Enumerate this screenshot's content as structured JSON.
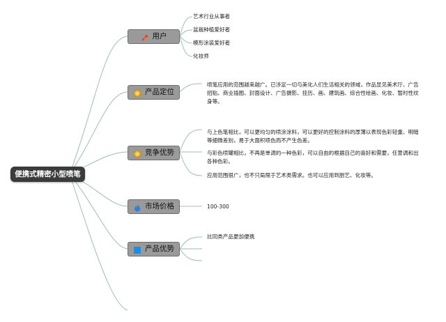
{
  "root": {
    "label": "便携式精密小型喷笔"
  },
  "branches": [
    {
      "label": "用户",
      "icon": "tools-icon",
      "children": [
        "艺术行业从事者",
        "盆栽种植爱好者",
        "模形涂装爱好者",
        "化妆师"
      ]
    },
    {
      "label": "产品定位",
      "icon": "gold-medal-icon",
      "paragraph": "喷笔应用的范围越来越广。已涉足一切与美化人们生活相关的领域，作品显见美术厅、广告招贴、商业插图、封面设计、广告摄影、挂历、画、建筑画、综合性绘画、化妆、暂时性纹身等。"
    },
    {
      "label": "竞争优势",
      "icon": "gold-medal-icon",
      "paragraphs": [
        "与上色笔相比，可以更均匀的喷涂涂料，可以更好的控制涂料的厚薄以表现色彩轻重、明暗等细微差别，易于大面积喷色而不产生色差。",
        "与彩色喷罐相比，不再是单调的一种色彩，可以自由的根据自己的喜好和需要，任意调和出各种色彩。",
        "应用范围很广，也不只局限于艺术类需求。也可以应用到厨艺、化妆等。"
      ]
    },
    {
      "label": "市场价格",
      "icon": "flame-icon",
      "value": "100-300"
    },
    {
      "label": "产品优势",
      "icon": "blue-square-icon",
      "children": [
        "比同类产品更加便携"
      ]
    }
  ],
  "colors": {
    "root_bg": "#3b3b3b",
    "branch_bg": "#9a9a9a",
    "line": "#9bc0b0"
  }
}
